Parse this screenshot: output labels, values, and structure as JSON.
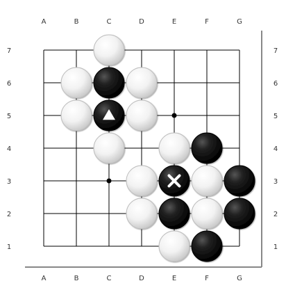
{
  "board": {
    "columns": [
      "A",
      "B",
      "C",
      "D",
      "E",
      "F",
      "G"
    ],
    "rows": [
      "7",
      "6",
      "5",
      "4",
      "3",
      "2",
      "1"
    ],
    "stones": [
      {
        "coord": "C7",
        "color": "white"
      },
      {
        "coord": "B6",
        "color": "white"
      },
      {
        "coord": "C6",
        "color": "black"
      },
      {
        "coord": "D6",
        "color": "white"
      },
      {
        "coord": "B5",
        "color": "white"
      },
      {
        "coord": "C5",
        "color": "black",
        "marker": "triangle"
      },
      {
        "coord": "D5",
        "color": "white"
      },
      {
        "coord": "C4",
        "color": "white"
      },
      {
        "coord": "E4",
        "color": "white"
      },
      {
        "coord": "F4",
        "color": "black"
      },
      {
        "coord": "D3",
        "color": "white"
      },
      {
        "coord": "E3",
        "color": "black",
        "marker": "cross"
      },
      {
        "coord": "F3",
        "color": "white"
      },
      {
        "coord": "G3",
        "color": "black"
      },
      {
        "coord": "D2",
        "color": "white"
      },
      {
        "coord": "E2",
        "color": "black"
      },
      {
        "coord": "F2",
        "color": "white"
      },
      {
        "coord": "G2",
        "color": "black"
      },
      {
        "coord": "E1",
        "color": "white"
      },
      {
        "coord": "F1",
        "color": "black"
      }
    ],
    "star_points": [
      "E5",
      "C3"
    ],
    "colors": {
      "line": "#000000",
      "frame": "#888888",
      "white_stone": "#ffffff",
      "black_stone": "#111111"
    }
  }
}
